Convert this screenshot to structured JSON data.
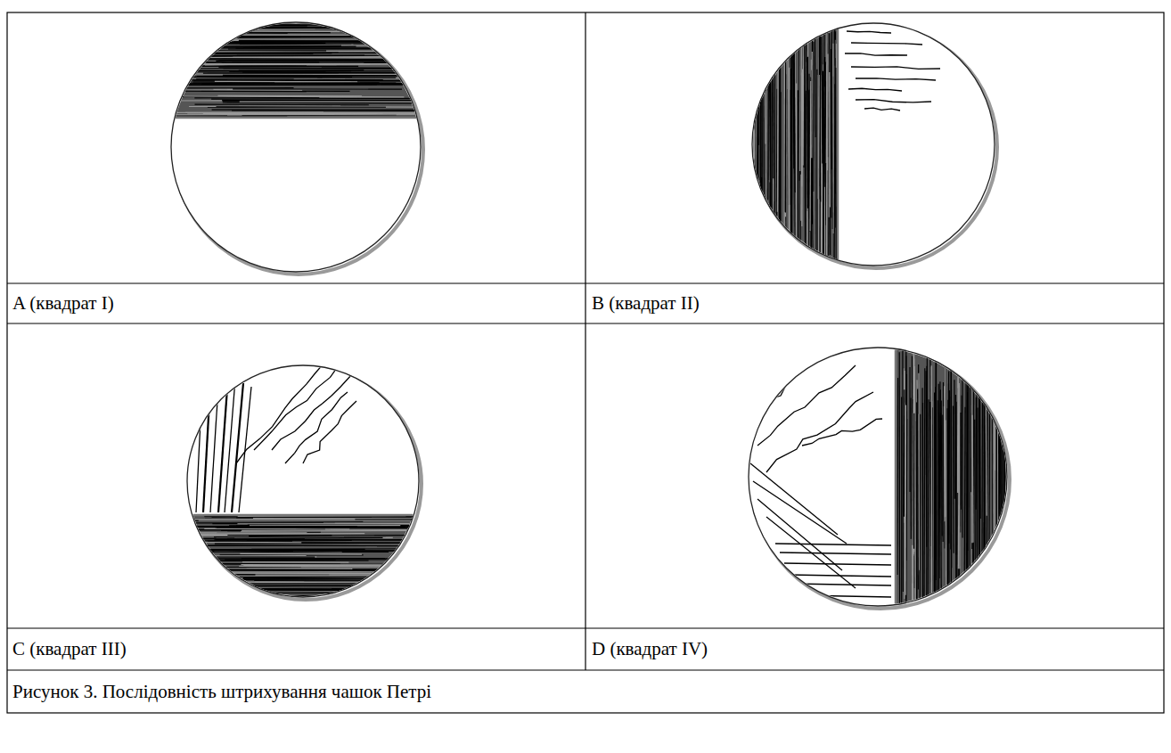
{
  "diagram": {
    "caption": "Рисунок 3. Послідовність штрихування чашок Петрі",
    "labels": [
      "A (квадрат I)",
      "B (квадрат II)",
      "C (квадрат III)",
      "D (квадрат IV)"
    ]
  }
}
